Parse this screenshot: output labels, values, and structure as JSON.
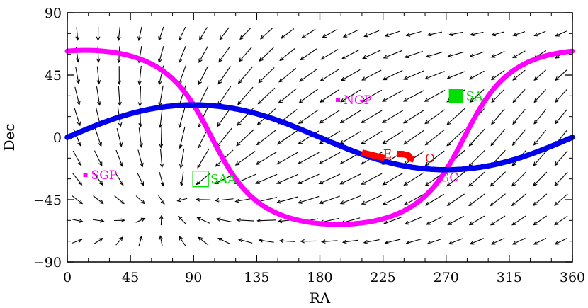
{
  "chart_data": {
    "type": "vector-field",
    "xlabel": "RA",
    "ylabel": "Dec",
    "xlim": [
      0,
      360
    ],
    "ylim": [
      -90,
      90
    ],
    "xticks": [
      0,
      45,
      90,
      135,
      180,
      225,
      270,
      315,
      360
    ],
    "yticks": [
      -90,
      -45,
      0,
      45,
      90
    ],
    "grid": false,
    "colors": {
      "galactic_plane": "#ff00ff",
      "ecliptic": "#0000ee",
      "regions": "#ff0000",
      "markers": "#00dd00",
      "vectors": "#000000"
    },
    "series": [
      {
        "name": "",
        "color": "#ff00ff",
        "ra_step": 1,
        "kind": "galactic-plane"
      },
      {
        "name": "",
        "color": "#0000ee",
        "ra_step": 1,
        "kind": "ecliptic"
      }
    ],
    "annotations": [
      {
        "text": "NGP",
        "ra": 192.9,
        "dec": 27.1,
        "color": "#ff00ff",
        "marker": "small-square"
      },
      {
        "text": "SGP",
        "ra": 12.9,
        "dec": -27.1,
        "color": "#ff00ff",
        "marker": "small-square"
      },
      {
        "text": "GC",
        "ra": 266.4,
        "dec": -28.9,
        "color": "#ff00ff",
        "marker": "none"
      },
      {
        "text": "SA",
        "ra": 277,
        "dec": 30,
        "color": "#00dd00",
        "marker": "filled-square"
      },
      {
        "text": "SAA",
        "ra": 95,
        "dec": -30,
        "color": "#00dd00",
        "marker": "open-square"
      },
      {
        "text": "E",
        "ra": 226,
        "dec": -12,
        "color": "#ff0000",
        "marker": "none"
      },
      {
        "text": "O",
        "ra": 256,
        "dec": -15,
        "color": "#ff0000",
        "marker": "none"
      }
    ],
    "regions": [
      {
        "name": "E",
        "points": [
          [
            210,
            -11
          ],
          [
            214,
            -12
          ],
          [
            218,
            -13
          ],
          [
            222,
            -14
          ],
          [
            226,
            -15
          ]
        ]
      },
      {
        "name": "O",
        "points": [
          [
            235,
            -12
          ],
          [
            239,
            -12
          ],
          [
            243,
            -13
          ],
          [
            244,
            -15
          ],
          [
            247,
            -16
          ]
        ]
      }
    ]
  }
}
